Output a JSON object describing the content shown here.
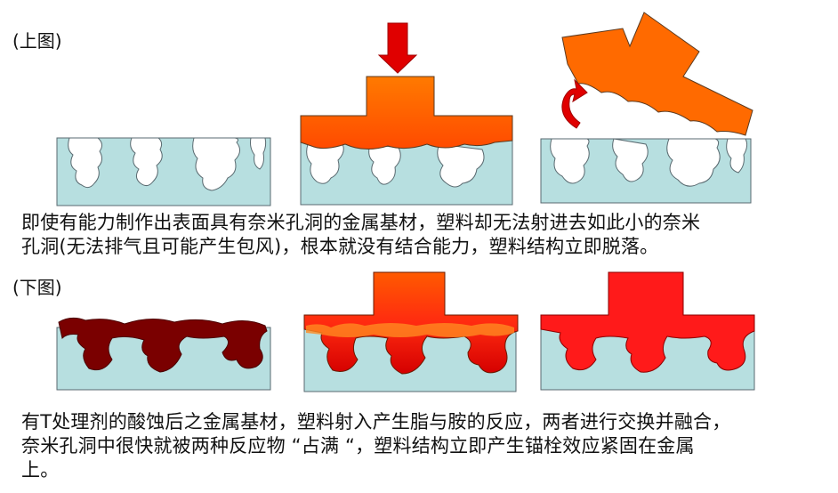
{
  "top": {
    "label": "(上图)",
    "caption_line1": "即使有能力制作出表面具有奈米孔洞的金属基材，塑料却无法射进去如此小的奈米",
    "caption_line2": "孔洞(无法排气且可能产生包风)，根本就没有结合能力，塑料结构立即脱落。"
  },
  "bottom": {
    "label": "(下图)",
    "caption_line1": "有T处理剂的酸蚀后之金属基材，塑料射入产生脂与胺的反应，两者进行交换并融合，",
    "caption_line2": "奈米孔洞中很快就被两种反应物 “占满 “，塑料结构立即产生锚栓效应紧固在金属",
    "caption_line3": "上。"
  },
  "colors": {
    "metal": "#b7dfe0",
    "plastic_orange": "#ff6a00",
    "agent_dark_red": "#7a0000",
    "plastic_red": "#ff1a1a",
    "arrow_red": "#e00000"
  }
}
